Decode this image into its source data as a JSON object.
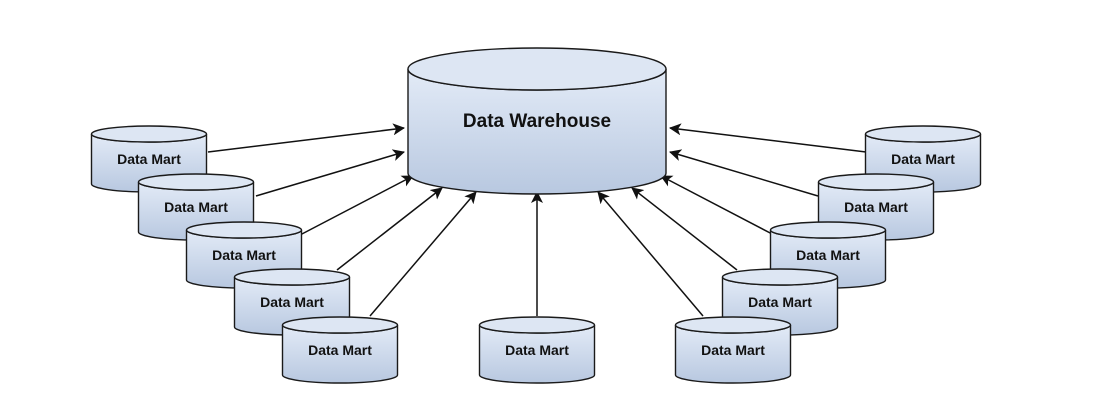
{
  "diagram": {
    "hub": {
      "label": "Data Warehouse"
    },
    "marts": [
      {
        "label": "Data Mart"
      },
      {
        "label": "Data Mart"
      },
      {
        "label": "Data Mart"
      },
      {
        "label": "Data Mart"
      },
      {
        "label": "Data Mart"
      },
      {
        "label": "Data Mart"
      },
      {
        "label": "Data Mart"
      },
      {
        "label": "Data Mart"
      },
      {
        "label": "Data Mart"
      },
      {
        "label": "Data Mart"
      },
      {
        "label": "Data Mart"
      }
    ],
    "colors": {
      "fill_top": "#e3ebf7",
      "fill_bottom": "#b8c8e0",
      "stroke": "#1a1a1a",
      "arrow": "#111111"
    }
  }
}
